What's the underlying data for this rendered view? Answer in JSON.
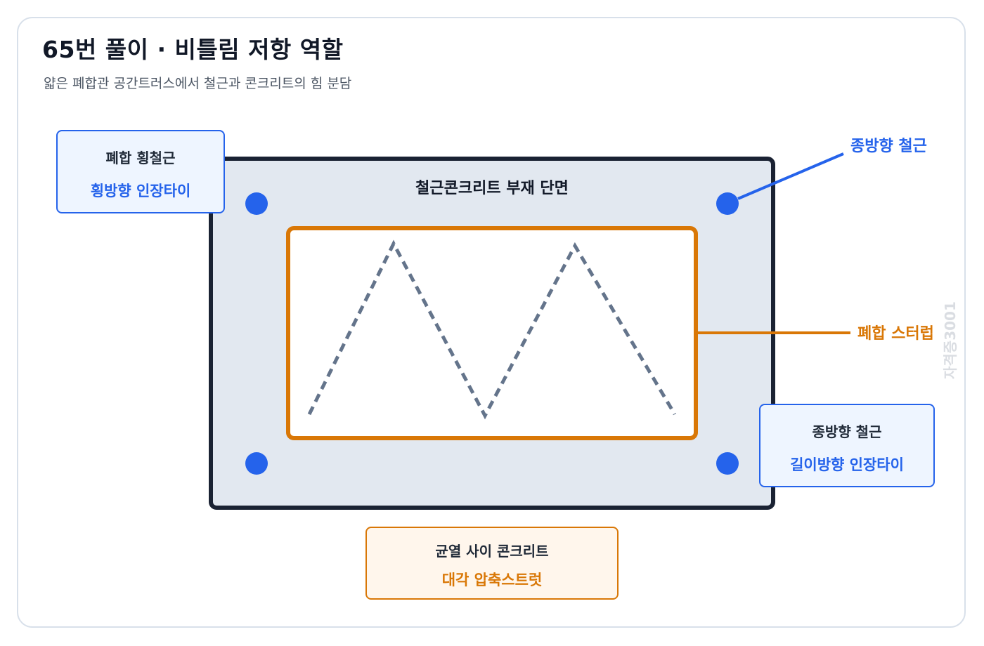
{
  "title": "65번 풀이 · 비틀림 저항 역할",
  "subtitle": "얇은 폐합관 공간트러스에서 철근과 콘크리트의 힘 분담",
  "section_label": "철근콘크리트 부재 단면",
  "hoop_box": {
    "title": "폐합 횡철근",
    "role": "횡방향 인장타이"
  },
  "long_box": {
    "title": "종방향 철근",
    "role": "길이방향 인장타이"
  },
  "concrete_box": {
    "title": "균열 사이 콘크리트",
    "role": "대각 압축스트럿"
  },
  "callouts": {
    "long_bar": "종방향 철근",
    "stirrup": "폐합 스터럽"
  },
  "watermark": "자격증3001",
  "colors": {
    "steel": "#2563eb",
    "stirrup": "#d97706",
    "section_fill": "#e2e8f0",
    "section_border": "#1a2233",
    "diagonal": "#64748b"
  },
  "icons": {
    "long_bar": "filled-circle",
    "diagonal_crack": "dashed-zigzag"
  }
}
